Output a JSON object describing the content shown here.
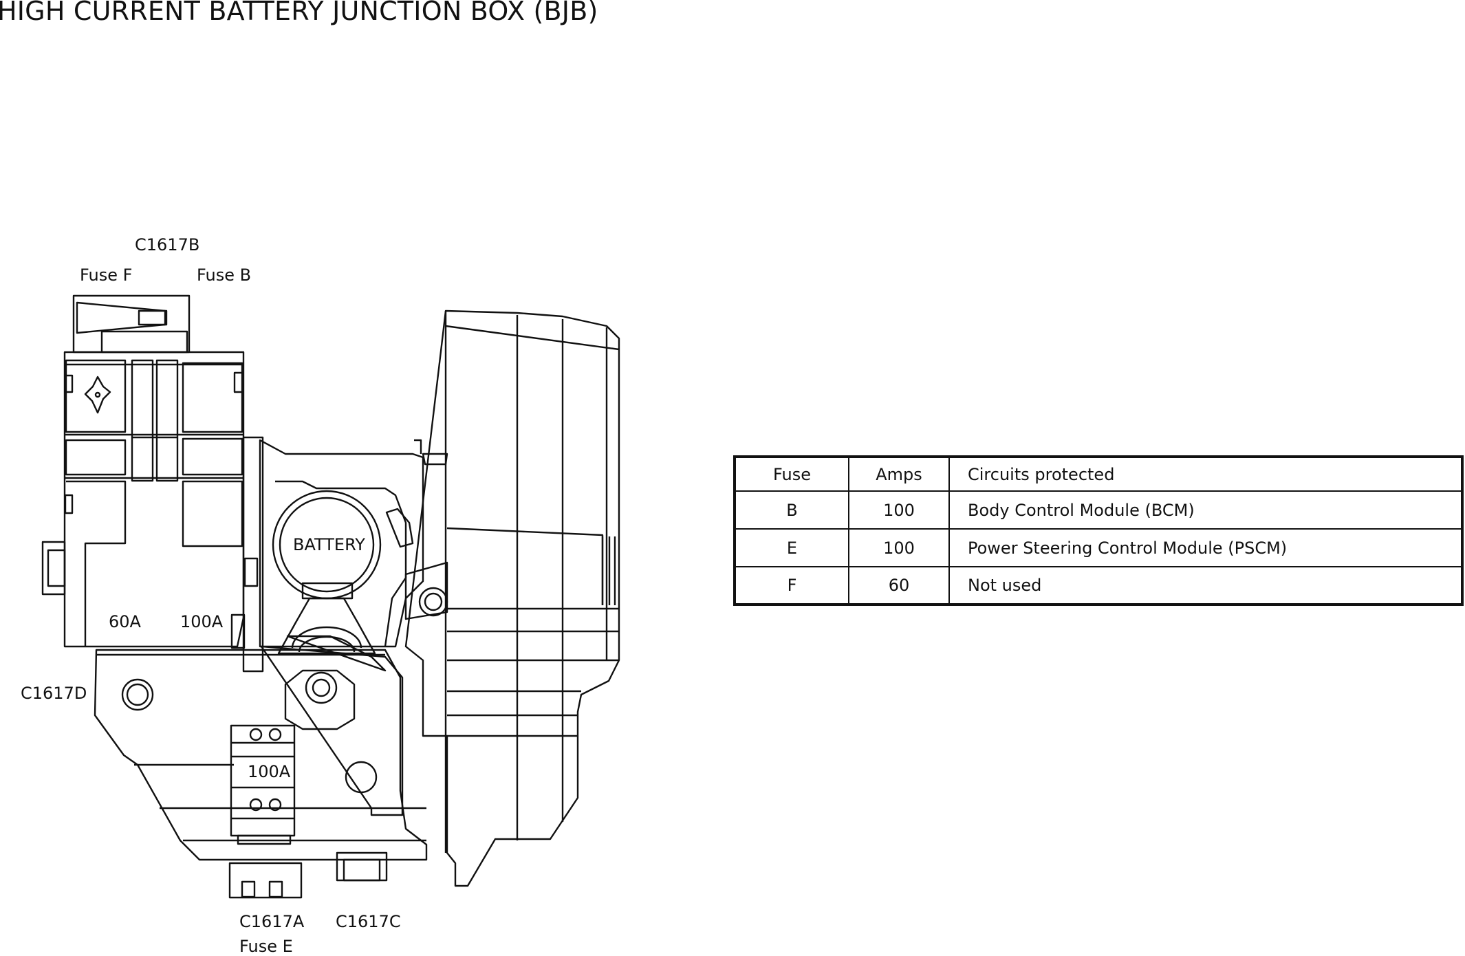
{
  "title": "HIGH CURRENT BATTERY JUNCTION BOX (BJB)",
  "labels": {
    "c1617b": "C1617B",
    "fuse_f": "Fuse F",
    "fuse_b": "Fuse B",
    "c1617d": "C1617D",
    "a60": "60A",
    "a100_top": "100A",
    "battery": "BATTERY",
    "a100_fuse_e": "100A",
    "c1617a": "C1617A",
    "c1617c": "C1617C",
    "fuse_e": "Fuse E"
  },
  "table": {
    "headers": [
      "Fuse",
      "Amps",
      "Circuits protected"
    ],
    "rows": [
      {
        "fuse": "B",
        "amps": "100",
        "circuit": "Body Control Module (BCM)"
      },
      {
        "fuse": "E",
        "amps": "100",
        "circuit": "Power Steering Control Module (PSCM)"
      },
      {
        "fuse": "F",
        "amps": "60",
        "circuit": "Not used"
      }
    ]
  }
}
